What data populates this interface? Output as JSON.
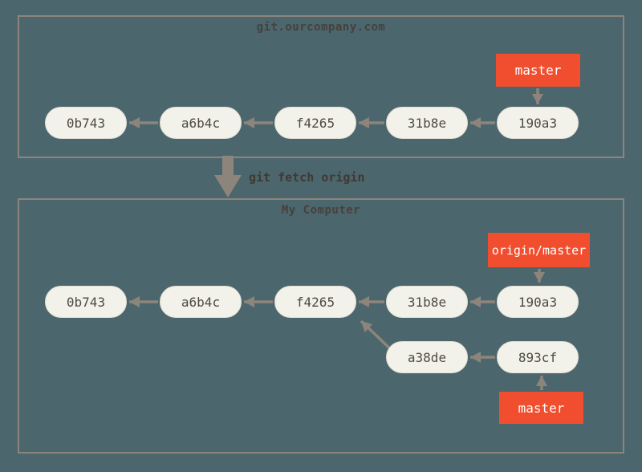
{
  "diagram_title": "git fetch origin diagram",
  "colors": {
    "background": "#4c666d",
    "box_border": "#8d857c",
    "arrow": "#8d857c",
    "commit_fill": "#f2f1ea",
    "commit_text": "#4f4a42",
    "branch_fill": "#f04e2e",
    "branch_text": "#ffffff",
    "title_text": "#46413b",
    "command_text": "#3e3933"
  },
  "remote_repo": {
    "title": "git.ourcompany.com",
    "branch": {
      "label": "master"
    },
    "commits": [
      {
        "id": "0b743"
      },
      {
        "id": "a6b4c"
      },
      {
        "id": "f4265"
      },
      {
        "id": "31b8e"
      },
      {
        "id": "190a3"
      }
    ]
  },
  "transition": {
    "command": "git fetch origin",
    "arrow_icon": "big-down-arrow"
  },
  "local_repo": {
    "title": "My Computer",
    "remote_tracking_branch": {
      "label": "origin/master"
    },
    "branch": {
      "label": "master"
    },
    "commits": [
      {
        "id": "0b743"
      },
      {
        "id": "a6b4c"
      },
      {
        "id": "f4265"
      },
      {
        "id": "31b8e"
      },
      {
        "id": "190a3"
      }
    ],
    "branch_commits": [
      {
        "id": "a38de"
      },
      {
        "id": "893cf"
      }
    ]
  }
}
